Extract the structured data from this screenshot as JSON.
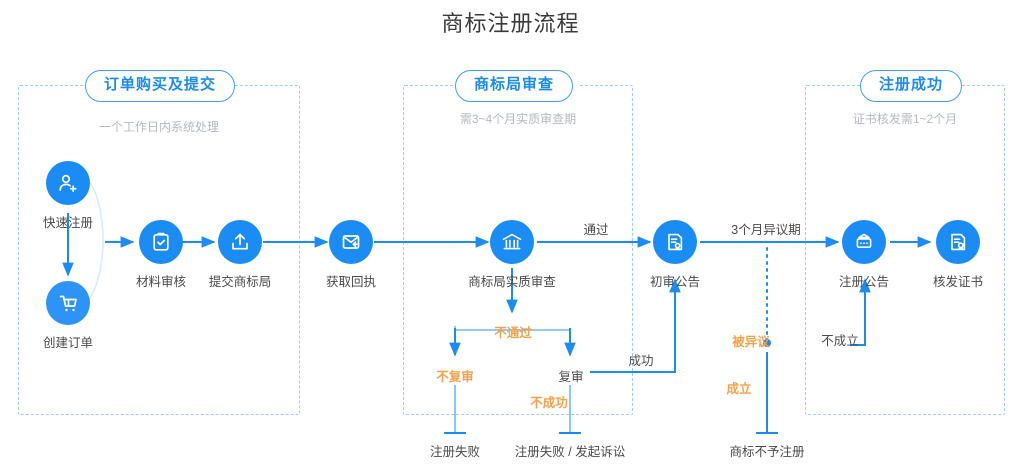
{
  "title": "商标注册流程",
  "colors": {
    "brand_blue": "#1b8cf3",
    "light_blue": "#9ccdf7",
    "orange": "#f7a14a",
    "text_dark": "#4a4a4a",
    "text_muted": "#b4b9c1",
    "background": "#ffffff"
  },
  "panels": [
    {
      "id": "order",
      "badge": "订单购买及提交",
      "subtitle": "一个工作日内系统处理"
    },
    {
      "id": "review",
      "badge": "商标局审查",
      "subtitle": "需3~4个月实质审查期"
    },
    {
      "id": "success",
      "badge": "注册成功",
      "subtitle": "证书核发需1~2个月"
    }
  ],
  "nodes": [
    {
      "id": "quick-register",
      "label": "快速注册",
      "icon": "user-plus-icon"
    },
    {
      "id": "create-order",
      "label": "创建订单",
      "icon": "shopping-cart-icon"
    },
    {
      "id": "material-review",
      "label": "材料审核",
      "icon": "clipboard-check-icon"
    },
    {
      "id": "submit-office",
      "label": "提交商标局",
      "icon": "upload-box-icon"
    },
    {
      "id": "get-receipt",
      "label": "获取回执",
      "icon": "envelope-reply-icon"
    },
    {
      "id": "substantive-review",
      "label": "商标局实质审查",
      "icon": "institution-icon"
    },
    {
      "id": "preliminary-announcement",
      "label": "初审公告",
      "icon": "document-stamp-icon"
    },
    {
      "id": "registration-announcement",
      "label": "注册公告",
      "icon": "announcement-board-icon"
    },
    {
      "id": "issue-certificate",
      "label": "核发证书",
      "icon": "certificate-icon"
    }
  ],
  "edge_labels": [
    {
      "id": "pass",
      "text": "通过",
      "color": "dark"
    },
    {
      "id": "not-pass",
      "text": "不通过",
      "color": "orange"
    },
    {
      "id": "no-reexamine",
      "text": "不复审",
      "color": "orange"
    },
    {
      "id": "reexamine",
      "text": "复审",
      "color": "dark"
    },
    {
      "id": "not-successful",
      "text": "不成功",
      "color": "orange"
    },
    {
      "id": "successful",
      "text": "成功",
      "color": "dark"
    },
    {
      "id": "opposition-period",
      "text": "3个月异议期",
      "color": "dark"
    },
    {
      "id": "opposed",
      "text": "被异议",
      "color": "orange"
    },
    {
      "id": "not-established",
      "text": "不成立",
      "color": "dark"
    },
    {
      "id": "established",
      "text": "成立",
      "color": "orange"
    }
  ],
  "terminals": [
    {
      "id": "registration-failed",
      "text": "注册失败"
    },
    {
      "id": "registration-failed-litigation",
      "text": "注册失败 / 发起诉讼"
    },
    {
      "id": "trademark-refused",
      "text": "商标不予注册"
    }
  ]
}
